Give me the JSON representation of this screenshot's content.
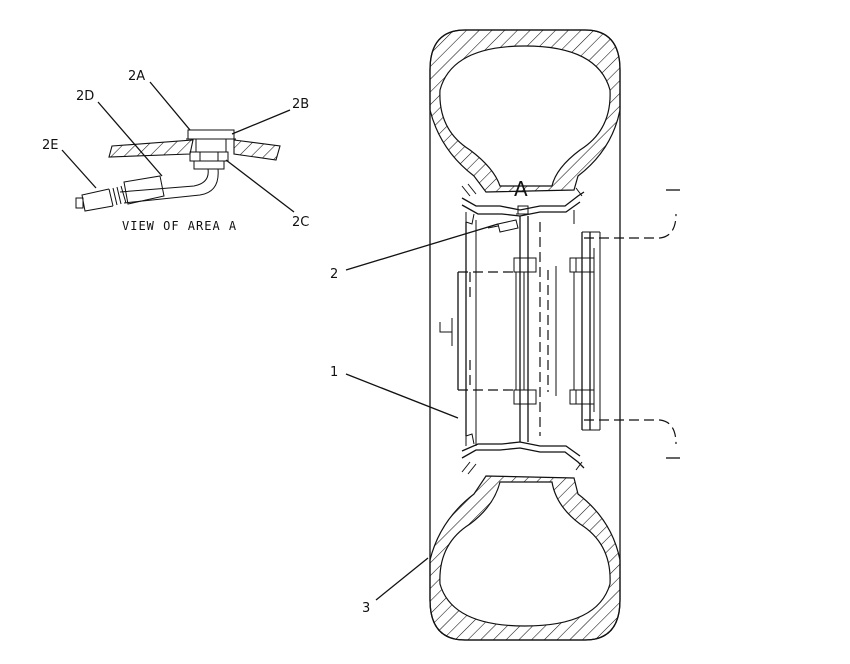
{
  "labels": {
    "p1": "1",
    "p2": "2",
    "p3": "3",
    "p2a": "2A",
    "p2b": "2B",
    "p2c": "2C",
    "p2d": "2D",
    "p2e": "2E",
    "area": "A",
    "view_title": "VIEW OF AREA A"
  }
}
